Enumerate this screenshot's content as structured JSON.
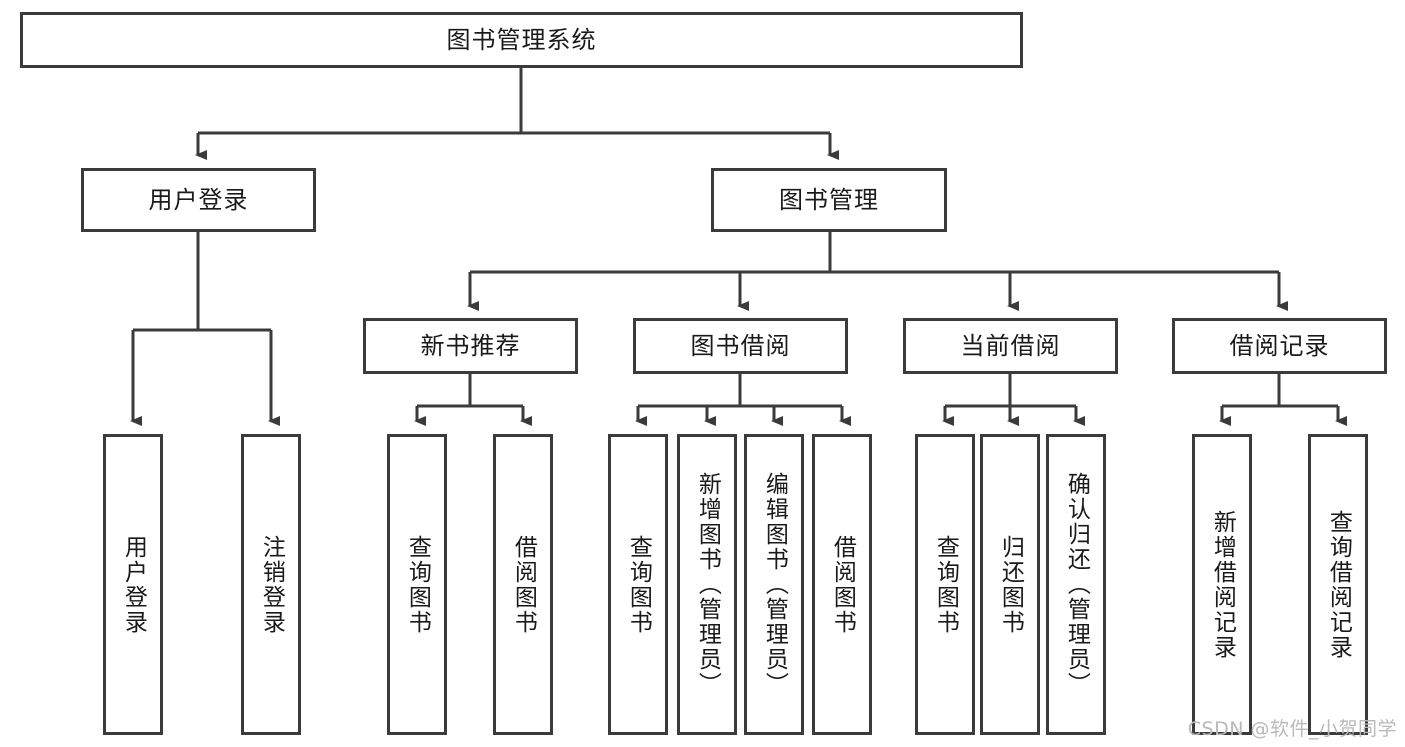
{
  "diagram": {
    "title": "图书管理系统",
    "type": "tree-hierarchy-chart",
    "root": {
      "label": "图书管理系统"
    },
    "level2": [
      {
        "label": "用户登录"
      },
      {
        "label": "图书管理"
      }
    ],
    "level3": [
      {
        "label": "新书推荐"
      },
      {
        "label": "图书借阅"
      },
      {
        "label": "当前借阅"
      },
      {
        "label": "借阅记录"
      }
    ],
    "leaves_user_login": [
      {
        "label": "用户登录"
      },
      {
        "label": "注销登录"
      }
    ],
    "leaves_new_book": [
      {
        "label": "查询图书"
      },
      {
        "label": "借阅图书"
      }
    ],
    "leaves_borrow": [
      {
        "label": "查询图书"
      },
      {
        "label": "新增图书（管理员）"
      },
      {
        "label": "编辑图书（管理员）"
      },
      {
        "label": "借阅图书"
      }
    ],
    "leaves_current": [
      {
        "label": "查询图书"
      },
      {
        "label": "归还图书"
      },
      {
        "label": "确认归还（管理员）"
      }
    ],
    "leaves_records": [
      {
        "label": "新增借阅记录"
      },
      {
        "label": "查询借阅记录"
      }
    ]
  },
  "watermark": {
    "text": "CSDN @软件_小贺同学"
  },
  "colors": {
    "stroke": "#3b3b3b",
    "background": "#ffffff",
    "text": "#1a1a1a",
    "watermark": "#b9b9b9"
  }
}
